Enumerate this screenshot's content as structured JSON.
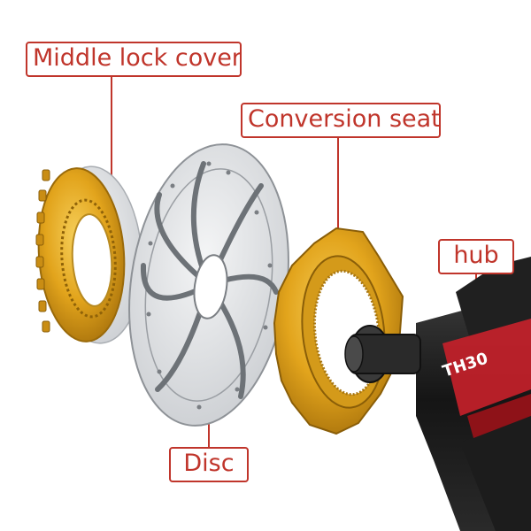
{
  "labels": {
    "middle_lock_cover": "Middle lock cover",
    "conversion_seat": "Conversion seat",
    "hub": "hub",
    "disc": "Disc"
  },
  "hub_brand_text": "TH30",
  "colors": {
    "label_red": "#c0352b",
    "gold": "#e0a11b",
    "gold_dark": "#b07a0e",
    "steel": "#e2e4e6",
    "hub_black": "#1a1a1a",
    "hub_red": "#c8202a"
  }
}
